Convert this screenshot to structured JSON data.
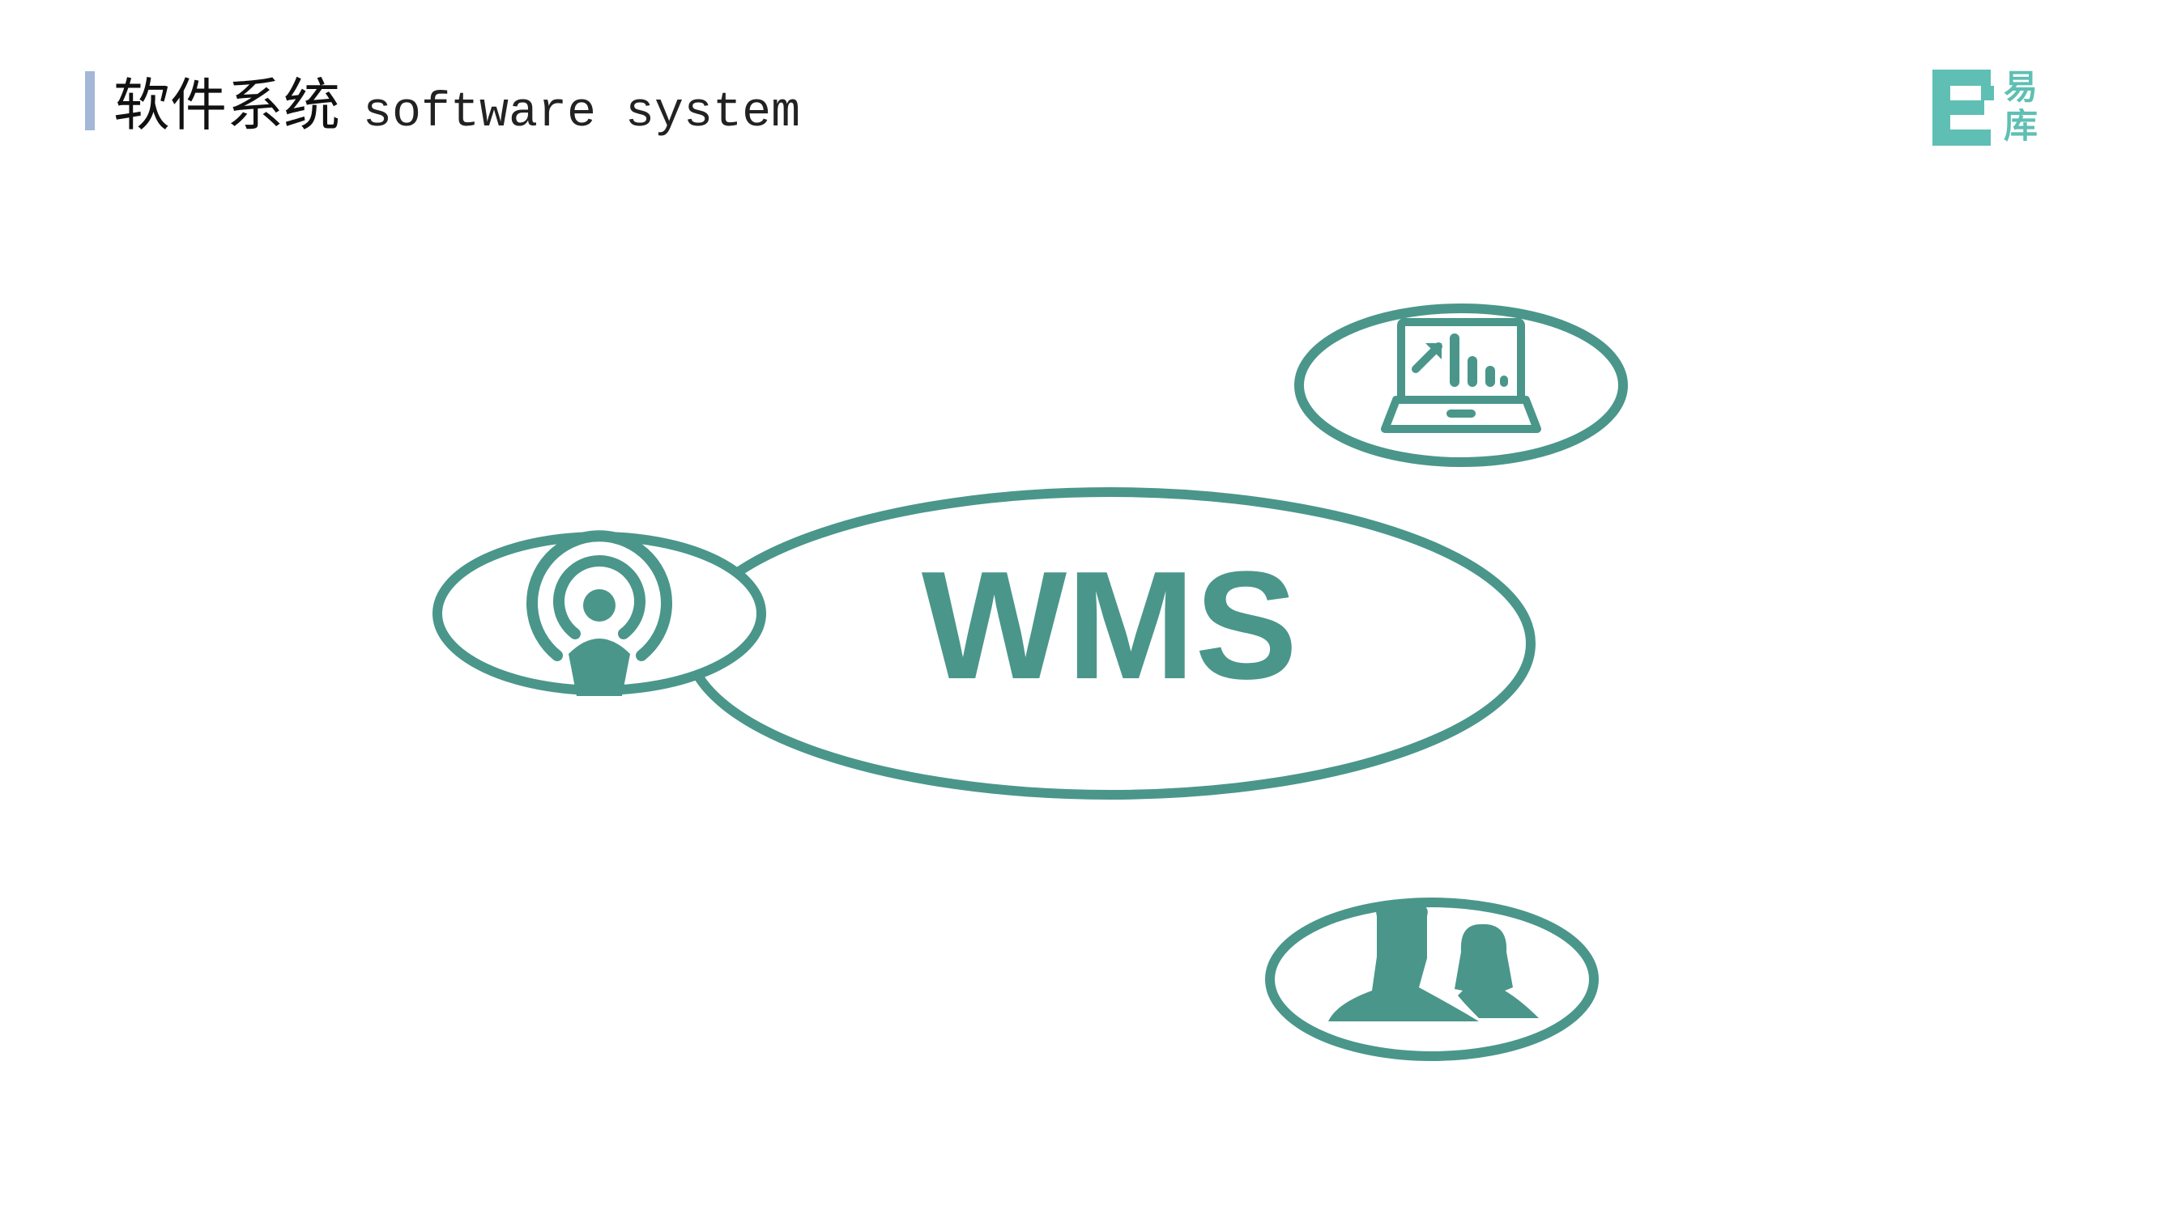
{
  "header": {
    "title_cn": "软件系统",
    "title_en": "software system"
  },
  "logo": {
    "char1": "易",
    "char2": "库"
  },
  "diagram": {
    "center_label": "WMS",
    "nodes": [
      {
        "icon": "podcast-icon"
      },
      {
        "icon": "laptop-chart-icon"
      },
      {
        "icon": "users-icon"
      }
    ]
  },
  "colors": {
    "accent": "#4a968a",
    "title_bar": "#a4b7d6",
    "logo": "#5fbfb4"
  }
}
